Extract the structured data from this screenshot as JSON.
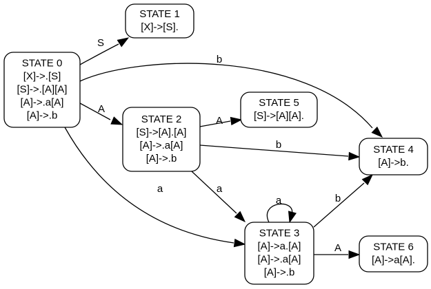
{
  "states": [
    {
      "id": "s0",
      "title": "STATE 0",
      "items": [
        "[X]->.[S]",
        "[S]->.[A][A]",
        "[A]->.a[A]",
        "[A]->.b"
      ]
    },
    {
      "id": "s1",
      "title": "STATE 1",
      "items": [
        "[X]->[S]."
      ]
    },
    {
      "id": "s2",
      "title": "STATE 2",
      "items": [
        "[S]->[A].[A]",
        "[A]->.a[A]",
        "[A]->.b"
      ]
    },
    {
      "id": "s3",
      "title": "STATE 3",
      "items": [
        "[A]->a.[A]",
        "[A]->.a[A]",
        "[A]->.b"
      ]
    },
    {
      "id": "s4",
      "title": "STATE 4",
      "items": [
        "[A]->b."
      ]
    },
    {
      "id": "s5",
      "title": "STATE 5",
      "items": [
        "[S]->[A][A]."
      ]
    },
    {
      "id": "s6",
      "title": "STATE 6",
      "items": [
        "[A]->a[A]."
      ]
    }
  ],
  "transitions": [
    {
      "from": "s0",
      "to": "s1",
      "label": "S"
    },
    {
      "from": "s0",
      "to": "s4",
      "label": "b"
    },
    {
      "from": "s0",
      "to": "s2",
      "label": "A"
    },
    {
      "from": "s0",
      "to": "s3",
      "label": "a"
    },
    {
      "from": "s2",
      "to": "s5",
      "label": "A"
    },
    {
      "from": "s2",
      "to": "s4",
      "label": "b"
    },
    {
      "from": "s2",
      "to": "s3",
      "label": "a"
    },
    {
      "from": "s3",
      "to": "s3",
      "label": "a"
    },
    {
      "from": "s3",
      "to": "s4",
      "label": "b"
    },
    {
      "from": "s3",
      "to": "s6",
      "label": "A"
    }
  ],
  "colors": {
    "stroke": "#000000",
    "fill": "#ffffff"
  }
}
